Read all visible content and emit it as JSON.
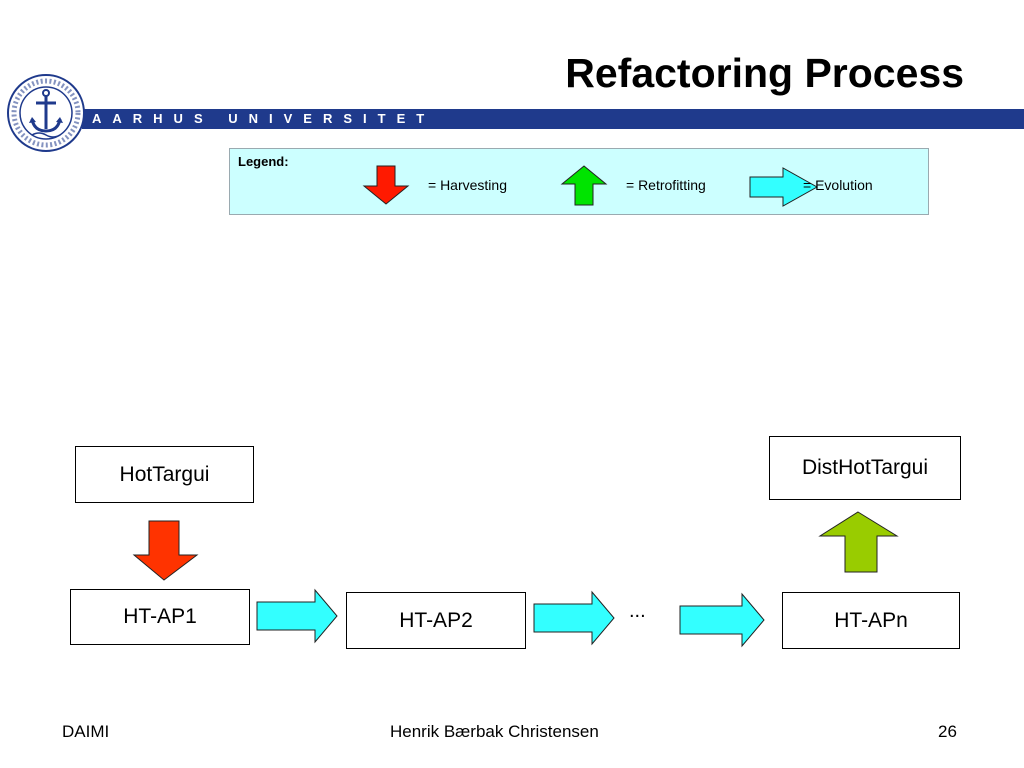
{
  "slide": {
    "title": "Refactoring Process"
  },
  "header": {
    "university": "AARHUS UNIVERSITET",
    "seal_text": "SOLIDUM PETIT IN PROFUNDIS · UNIVERSITAS ARHUSIENSIS"
  },
  "legend": {
    "title": "Legend:",
    "items": [
      {
        "label": "= Harvesting",
        "icon": "down-arrow-icon",
        "color": "#ff1a00"
      },
      {
        "label": "= Retrofitting",
        "icon": "up-arrow-icon",
        "color": "#00e400"
      },
      {
        "label": "= Evolution",
        "icon": "right-arrow-icon",
        "color": "#33ffff"
      }
    ]
  },
  "diagram": {
    "nodes": {
      "hottargui": "HotTargui",
      "disthottargui": "DistHotTargui",
      "htap1": "HT-AP1",
      "htap2": "HT-AP2",
      "htapn": "HT-APn"
    },
    "ellipsis": "...",
    "edges": [
      {
        "from": "HotTargui",
        "to": "HT-AP1",
        "kind": "harvesting",
        "color": "#ff3300"
      },
      {
        "from": "HT-AP1",
        "to": "HT-AP2",
        "kind": "evolution",
        "color": "#33ffff"
      },
      {
        "from": "HT-AP2",
        "to": "...",
        "kind": "evolution",
        "color": "#33ffff"
      },
      {
        "from": "...",
        "to": "HT-APn",
        "kind": "evolution",
        "color": "#33ffff"
      },
      {
        "from": "HT-APn",
        "to": "DistHotTargui",
        "kind": "retrofitting",
        "color": "#99cc00"
      }
    ]
  },
  "footer": {
    "left": "DAIMI",
    "center": "Henrik Bærbak Christensen",
    "page_number": "26"
  }
}
